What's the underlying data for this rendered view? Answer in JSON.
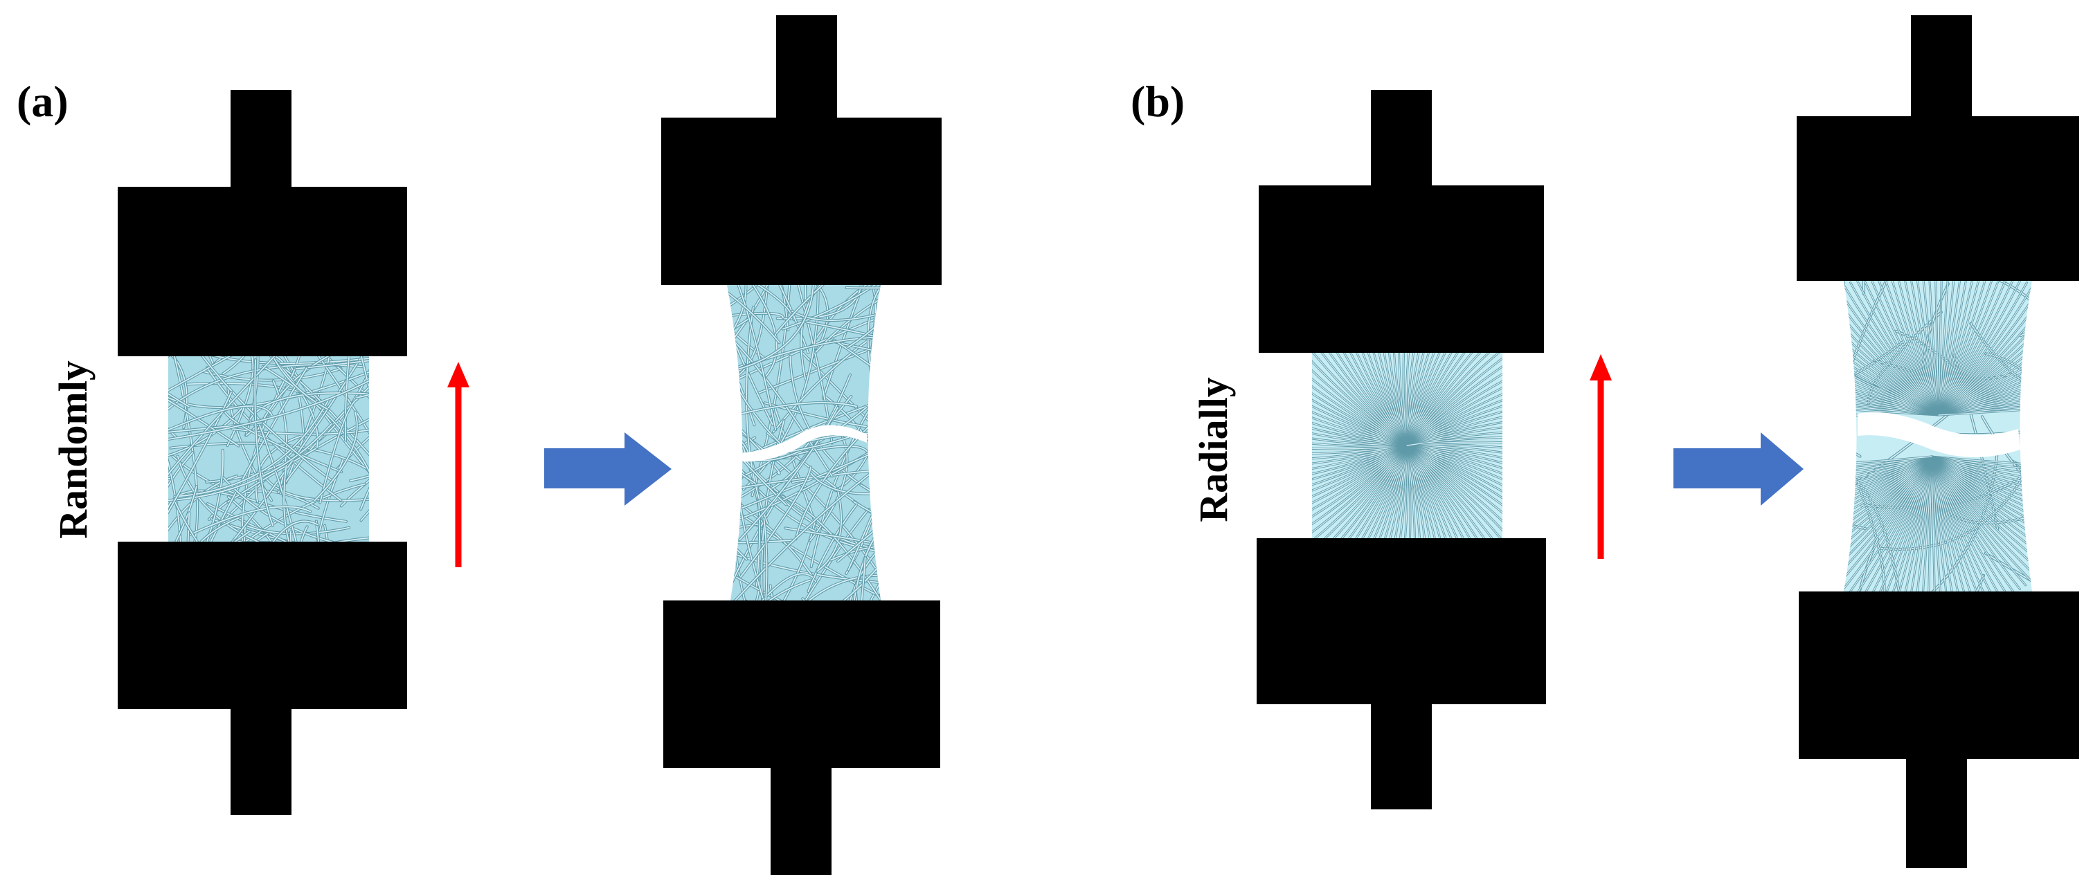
{
  "panels": [
    {
      "id": "a",
      "label": "(a)",
      "orientation_label": "Randomly",
      "fiber_pattern": "random"
    },
    {
      "id": "b",
      "label": "(b)",
      "orientation_label": "Radially",
      "fiber_pattern": "radial"
    }
  ],
  "colors": {
    "clamp": "#000000",
    "fiber_fill": "#a9dbe7",
    "fiber_stroke": "#5f9aa9",
    "fiber_light": "#d6f0f6",
    "load_arrow": "#ff0000",
    "process_arrow": "#4472c4",
    "background": "#ffffff"
  },
  "icons": {
    "load_direction": "red-up-arrow",
    "process_step": "blue-right-arrow",
    "clamp": "tensile-grip",
    "fracture": "crack"
  }
}
